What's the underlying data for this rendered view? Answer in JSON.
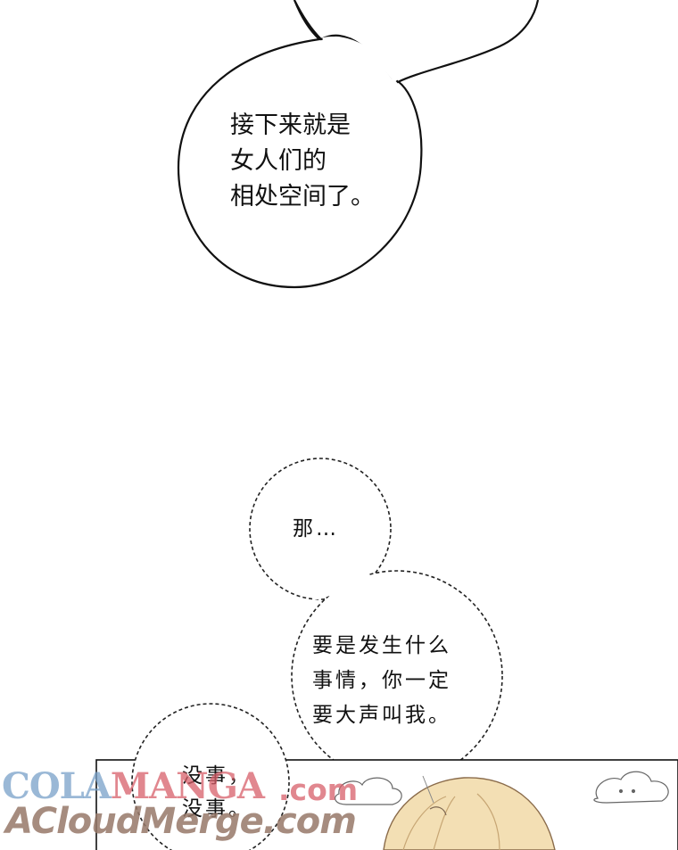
{
  "bubbles": {
    "top_speech": {
      "lines": [
        "接下来就是",
        "女人们的",
        "相处空间了。"
      ]
    },
    "whisper_1": {
      "lines": [
        "那…"
      ]
    },
    "whisper_2": {
      "lines": [
        "要是发生什么",
        "事情，你一定",
        "要大声叫我。"
      ]
    },
    "whisper_3": {
      "lines": [
        "没事，",
        "没事。"
      ]
    }
  },
  "watermark": {
    "brand_part1": "COLA",
    "brand_part2": "MANGA",
    "domain_suffix": ".com",
    "secondary": "ACloudMerge.com"
  },
  "colors": {
    "background": "#ffffff",
    "ink": "#111111",
    "hair": "#f3dfb4",
    "watermark_blue": "#78a0c8",
    "watermark_pink": "#d75f69",
    "watermark_brown": "#967869"
  }
}
